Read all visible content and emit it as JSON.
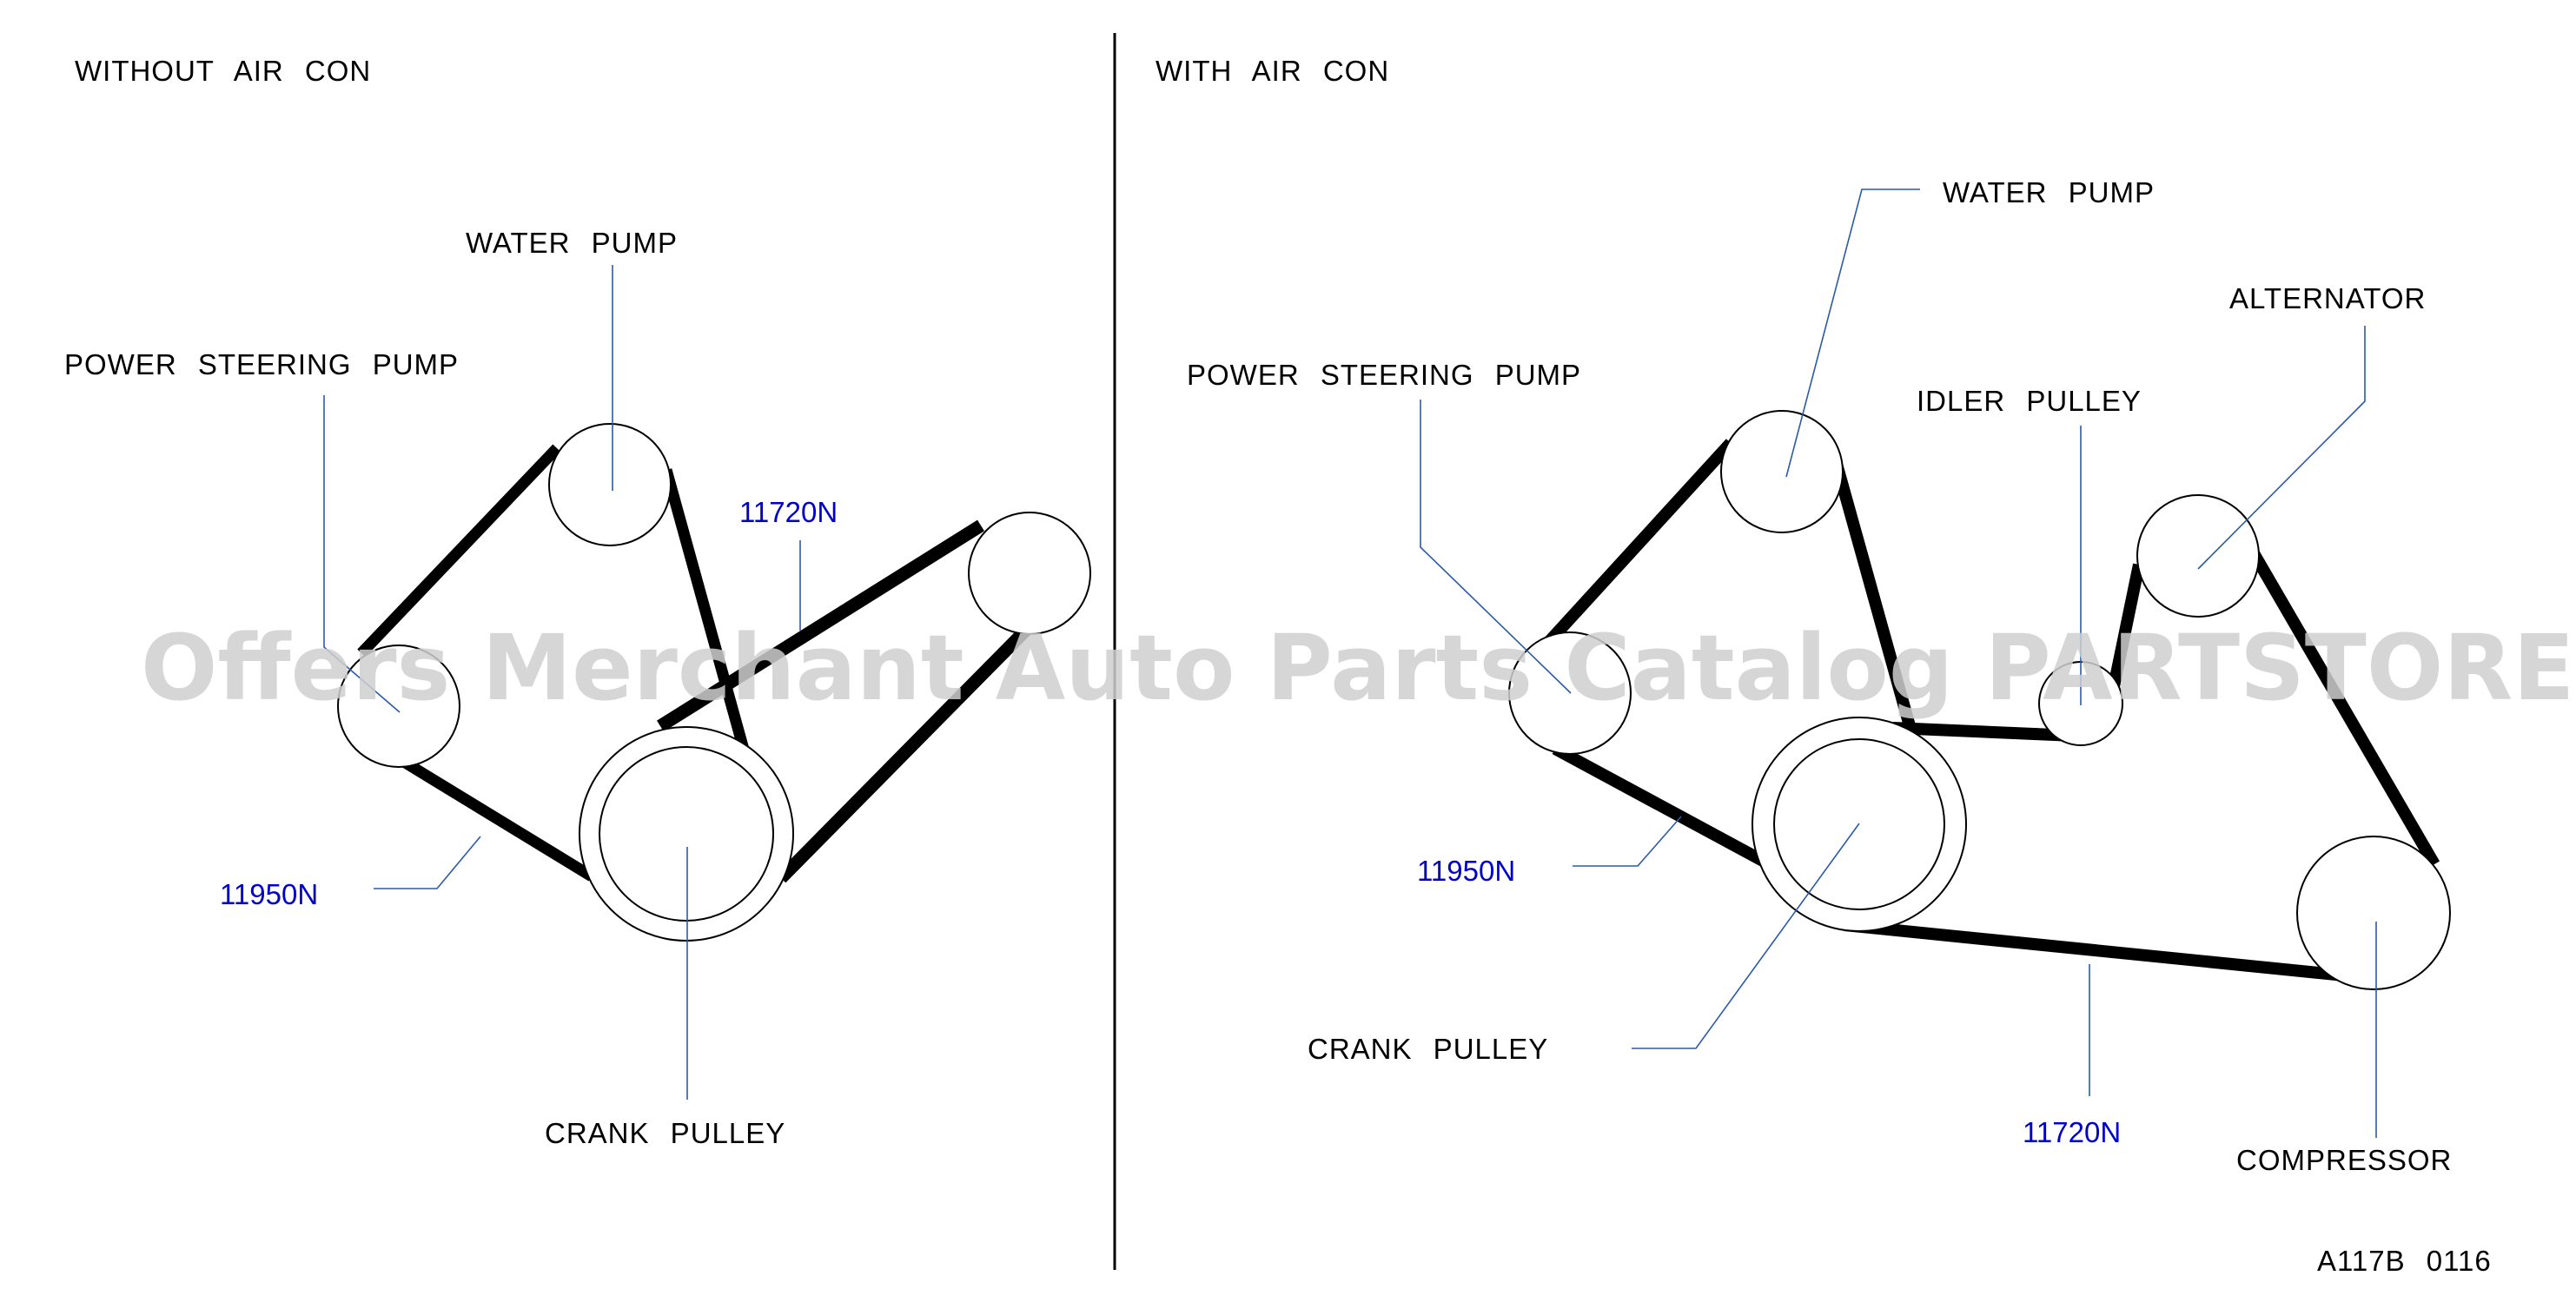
{
  "left_panel": {
    "title": "WITHOUT AIR CON",
    "labels": {
      "water_pump": "WATER PUMP",
      "power_steering_pump": "POWER STEERING PUMP",
      "crank_pulley": "CRANK PULLEY"
    },
    "refs": {
      "belt_upper": "11720N",
      "belt_lower": "11950N"
    }
  },
  "right_panel": {
    "title": "WITH AIR CON",
    "labels": {
      "water_pump": "WATER PUMP",
      "alternator": "ALTERNATOR",
      "power_steering_pump": "POWER STEERING PUMP",
      "idler_pulley": "IDLER PULLEY",
      "crank_pulley": "CRANK PULLEY",
      "compressor": "COMPRESSOR"
    },
    "refs": {
      "belt_ps": "11950N",
      "belt_ac": "11720N"
    }
  },
  "diagram_code": "A117B 0116",
  "watermark": "Offers Merchant Auto Parts Catalog PARTSTORE.SA",
  "colors": {
    "belt": "#000000",
    "leader": "#2b5aa6",
    "ref_text": "#0000cc",
    "watermark": "#cfcfcf"
  }
}
